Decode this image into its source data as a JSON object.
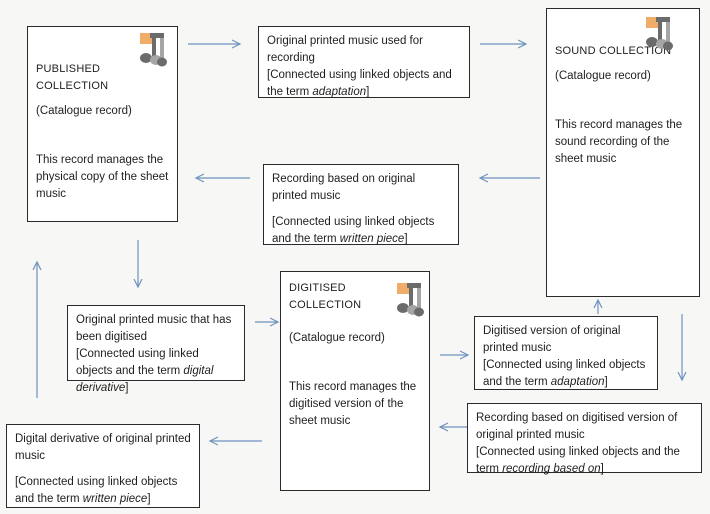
{
  "colors": {
    "arrow": "#6f93bd",
    "note_orange": "#f0ad6a",
    "note_dark": "#6b6b6b",
    "note_grey": "#a5a5a5",
    "border": "#2a2a2a"
  },
  "icons": {
    "music_note": "music-note-icon"
  },
  "published": {
    "title": "PUBLISHED COLLECTION",
    "record": "(Catalogue record)",
    "desc": "This record manages the physical copy of the sheet music"
  },
  "sound": {
    "title": "SOUND COLLECTION",
    "record": "(Catalogue record)",
    "desc": "This record manages the sound recording of the sheet music"
  },
  "digitised": {
    "title": "DIGITISED COLLECTION",
    "record": "(Catalogue record)",
    "desc": "This record manages the digitised version of the sheet music"
  },
  "links": {
    "original_for_recording": {
      "text": "Original printed music used for recording",
      "prefix": "[Connected using linked objects and the term ",
      "term": "adaptation",
      "suffix": "]"
    },
    "recording_based_on_original": {
      "text": "Recording based on original printed music",
      "prefix": "[Connected using linked objects and the term ",
      "term": "written piece",
      "suffix": "]"
    },
    "original_digitised": {
      "text": "Original printed music that has been digitised",
      "prefix": "[Connected using linked objects and the term ",
      "term": "digital derivative",
      "suffix": "]"
    },
    "digitised_version_of_original": {
      "text": "Digitised version of original printed music",
      "prefix": "[Connected using linked objects and the term ",
      "term": "adaptation",
      "suffix": "]"
    },
    "recording_based_on_digitised": {
      "text": "Recording based on digitised version of original printed music",
      "prefix": "[Connected using linked objects and the term ",
      "term": "recording based on",
      "suffix": "]"
    },
    "digital_derivative_of_original": {
      "text": "Digital derivative of original printed music",
      "prefix": "[Connected using linked objects and the term ",
      "term": "written piece",
      "suffix": "]"
    }
  }
}
